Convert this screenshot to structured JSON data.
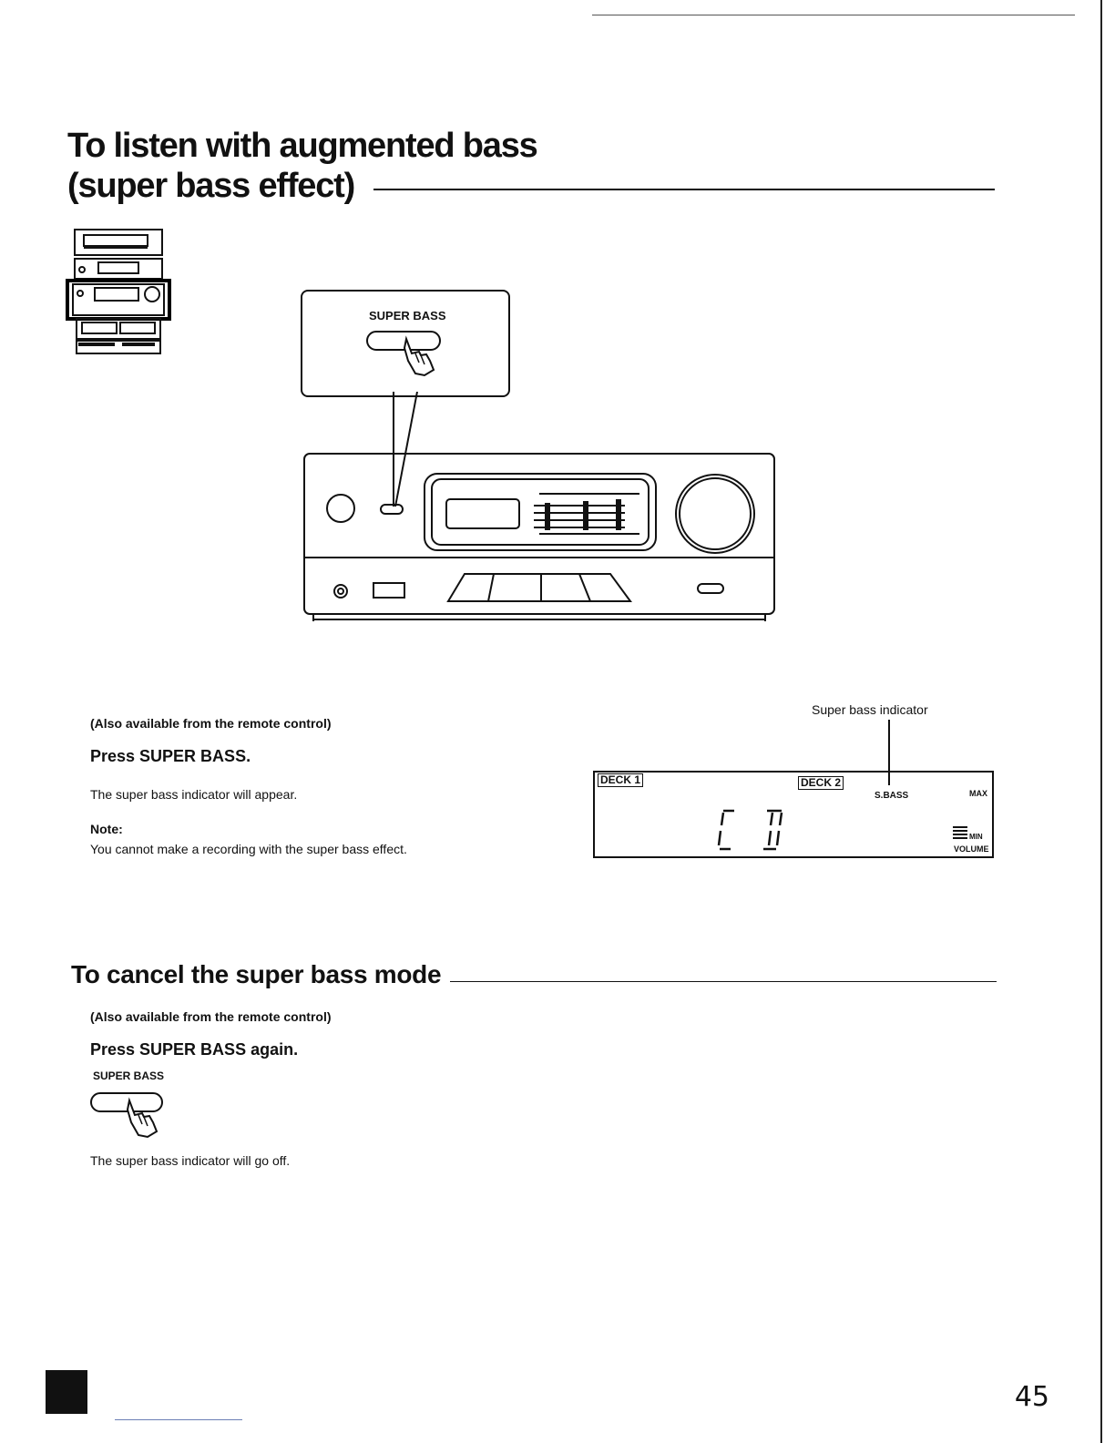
{
  "section1": {
    "title_line1": "To listen with augmented bass",
    "title_line2": "(super bass effect)"
  },
  "illustration": {
    "callout_label": "SUPER BASS"
  },
  "instructions": {
    "remote_note": "(Also available from the remote control)",
    "press": "Press SUPER BASS.",
    "result": "The super bass indicator will appear.",
    "note_label": "Note:",
    "note_text": "You cannot make a recording with the super bass effect."
  },
  "display": {
    "indicator_caption": "Super bass indicator",
    "deck1": "DECK 1",
    "deck2": "DECK 2",
    "sbass": "S.BASS",
    "max": "MAX",
    "min": "MIN",
    "volume": "VOLUME",
    "source": "CD"
  },
  "section2": {
    "title": "To cancel the super bass mode",
    "remote_note": "(Also available from the remote control)",
    "press": "Press SUPER BASS again.",
    "button_label": "SUPER BASS",
    "result": "The super bass indicator will go off."
  },
  "page_number": "45"
}
